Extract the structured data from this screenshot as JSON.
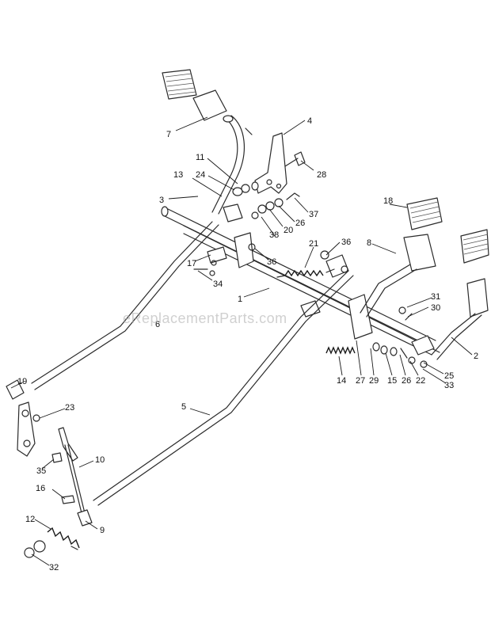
{
  "watermark": "eReplacementParts.com",
  "callouts": [
    {
      "id": "c1",
      "label": "1"
    },
    {
      "id": "c2",
      "label": "2"
    },
    {
      "id": "c3",
      "label": "3"
    },
    {
      "id": "c4",
      "label": "4"
    },
    {
      "id": "c5",
      "label": "5"
    },
    {
      "id": "c6",
      "label": "6"
    },
    {
      "id": "c7",
      "label": "7"
    },
    {
      "id": "c8",
      "label": "8"
    },
    {
      "id": "c9",
      "label": "9"
    },
    {
      "id": "c10",
      "label": "10"
    },
    {
      "id": "c11",
      "label": "11"
    },
    {
      "id": "c12",
      "label": "12"
    },
    {
      "id": "c13",
      "label": "13"
    },
    {
      "id": "c14",
      "label": "14"
    },
    {
      "id": "c15",
      "label": "15"
    },
    {
      "id": "c16",
      "label": "16"
    },
    {
      "id": "c17",
      "label": "17"
    },
    {
      "id": "c18",
      "label": "18"
    },
    {
      "id": "c19",
      "label": "19"
    },
    {
      "id": "c20",
      "label": "20"
    },
    {
      "id": "c21",
      "label": "21"
    },
    {
      "id": "c22",
      "label": "22"
    },
    {
      "id": "c23",
      "label": "23"
    },
    {
      "id": "c24",
      "label": "24"
    },
    {
      "id": "c25",
      "label": "25"
    },
    {
      "id": "c26a",
      "label": "26"
    },
    {
      "id": "c26b",
      "label": "26"
    },
    {
      "id": "c27",
      "label": "27"
    },
    {
      "id": "c28",
      "label": "28"
    },
    {
      "id": "c29",
      "label": "29"
    },
    {
      "id": "c30",
      "label": "30"
    },
    {
      "id": "c31",
      "label": "31"
    },
    {
      "id": "c32",
      "label": "32"
    },
    {
      "id": "c33",
      "label": "33"
    },
    {
      "id": "c34",
      "label": "34"
    },
    {
      "id": "c35",
      "label": "35"
    },
    {
      "id": "c36a",
      "label": "36"
    },
    {
      "id": "c36b",
      "label": "36"
    },
    {
      "id": "c37",
      "label": "37"
    },
    {
      "id": "c38",
      "label": "38"
    }
  ]
}
